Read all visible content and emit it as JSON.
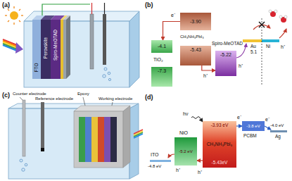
{
  "diagram": {
    "nodes": [
      {
        "text": [
          "-4.1"
        ]
      },
      {
        "text": [
          "-7.3"
        ]
      },
      {
        "text": [
          "-3.90"
        ]
      },
      {
        "text": [
          "-5.43"
        ]
      },
      {
        "text": [
          "-5.22"
        ]
      },
      {
        "text": [
          "-5.2 eV"
        ]
      },
      {
        "text": [
          "-3.93 eV",
          "CH₃NH₃PbI₃",
          "-5.43eV"
        ]
      },
      {
        "text": [
          "-3.8 eV"
        ]
      }
    ],
    "edges": [
      {
        "from": 2,
        "to": 0,
        "arrow": "to"
      },
      {
        "from": 3,
        "to": 4,
        "arrow": "to"
      },
      {
        "from": 6,
        "to": 7,
        "arrow": "to"
      },
      {
        "from": 6,
        "to": 5,
        "arrow": "to"
      }
    ],
    "labels": [
      "(a)",
      "Perovskite",
      "FTO",
      "Spiro-MeOTAD",
      "(b)",
      "e⁻",
      "TiO₂",
      "CH₃NH₃PbI₃",
      "Spiro-MeOTAD",
      "h⁺",
      "h⁺",
      "Au",
      "5.1",
      "Ni",
      "h⁺",
      "(c)",
      "Counter electrode",
      "Reference electrode",
      "Epoxy",
      "Working electrode",
      "(d)",
      "hν",
      "e⁻",
      "e⁻",
      "ITO",
      "-4.8 eV",
      "NiO",
      "h⁺",
      "h⁺",
      "PCBM",
      "-4.0 eV",
      "Ag"
    ]
  }
}
